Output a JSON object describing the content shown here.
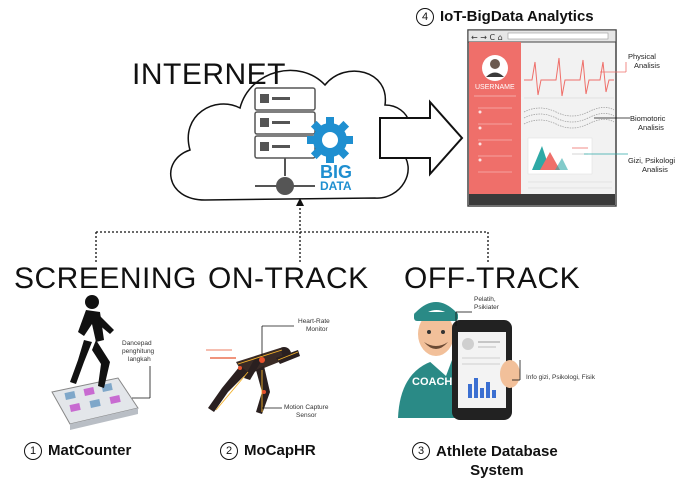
{
  "top": {
    "internet_label": "INTERNET",
    "big_data": {
      "line1": "BIG",
      "line2": "DATA"
    },
    "analytics": {
      "number": "4",
      "title": "IoT-BigData Analytics"
    },
    "dashboard": {
      "username": "USERNAME",
      "annotations": {
        "physical": [
          "Physical",
          "Analisis"
        ],
        "biomotoric": [
          "Biomotoric",
          "Analisis"
        ],
        "gizi": [
          "Gizi, Psikologi",
          "Analisis"
        ]
      }
    }
  },
  "sections": {
    "screening": "SCREENING",
    "on_track": "ON-TRACK",
    "off_track": "OFF-TRACK"
  },
  "screening": {
    "annotation": [
      "Dancepad",
      "penghitung",
      "langkah"
    ],
    "caption_number": "1",
    "caption": "MatCounter"
  },
  "on_track": {
    "heart_rate": [
      "Heart-Rate",
      "Monitor"
    ],
    "motion": [
      "Motion Capture",
      "Sensor"
    ],
    "caption_number": "2",
    "caption": "MoCapHR"
  },
  "off_track": {
    "pelatih": [
      "Pelatih,",
      "Psikiater"
    ],
    "info": "Info gizi, Psikologi, Fisik",
    "coach": "COACH",
    "caption_number": "3",
    "caption_line1": "Athlete Database",
    "caption_line2": "System"
  },
  "colors": {
    "dashboard_red": "#ef6f6a",
    "cloud_blue": "#1f8fd0",
    "coach_teal": "#2a8a86",
    "phone_dark": "#222222"
  }
}
